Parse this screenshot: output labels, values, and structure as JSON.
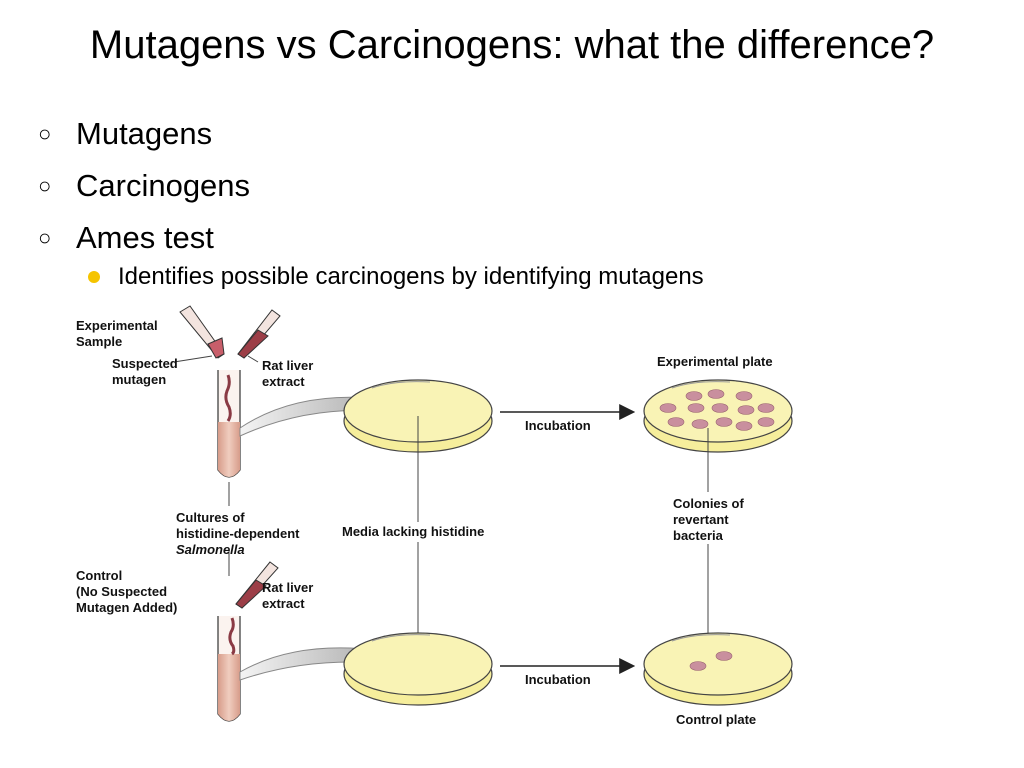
{
  "slide": {
    "title": "Mutagens vs Carcinogens: what the difference?",
    "bullets": [
      "Mutagens",
      "Carcinogens",
      "Ames test"
    ],
    "sub_bullet": "Identifies possible carcinogens by identifying mutagens"
  },
  "diagram": {
    "experimental_sample": [
      "Experimental",
      "Sample"
    ],
    "suspected_mutagen": [
      "Suspected",
      "mutagen"
    ],
    "rat_liver_extract": [
      "Rat liver",
      "extract"
    ],
    "experimental_plate": "Experimental plate",
    "incubation": "Incubation",
    "cultures": [
      "Cultures of",
      "histidine-dependent",
      "Salmonella"
    ],
    "media": "Media lacking histidine",
    "colonies": [
      "Colonies of",
      "revertant",
      "bacteria"
    ],
    "control": [
      "Control",
      "(No Suspected",
      "Mutagen Added)"
    ],
    "control_plate": "Control plate"
  },
  "colors": {
    "plate": "#f6ee9c",
    "colony": "#c98f9e",
    "tube_fill": "#e2b4a6",
    "bullet_dot": "#f5c400"
  }
}
